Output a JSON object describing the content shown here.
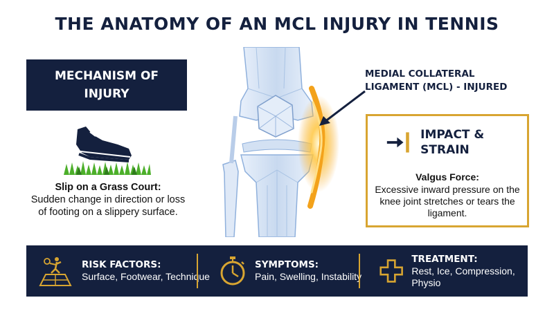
{
  "title": "THE ANATOMY OF AN MCL INJURY IN TENNIS",
  "mechanism": {
    "heading": "MECHANISM OF INJURY"
  },
  "slip": {
    "heading": "Slip on a Grass Court:",
    "text": "Sudden change in direction or loss of footing on a slippery surface."
  },
  "mcl_label": "MEDIAL COLLATERAL LIGAMENT (MCL) - INJURED",
  "impact": {
    "heading": "IMPACT & STRAIN",
    "subheading": "Valgus Force:",
    "text": "Excessive inward pressure on the knee joint stretches or tears the ligament."
  },
  "bottom_bar": [
    {
      "heading": "RISK FACTORS:",
      "text": "Surface, Footwear, Technique",
      "icon": "tennis-player-court-icon"
    },
    {
      "heading": "SYMPTOMS:",
      "text": "Pain, Swelling, Instability",
      "icon": "stopwatch-icon"
    },
    {
      "heading": "TREATMENT:",
      "text": "Rest, Ice, Compression, Physio",
      "icon": "medical-cross-icon"
    }
  ],
  "colors": {
    "navy": "#14203e",
    "gold": "#d8a531",
    "bone_blue": "#a9c3e4",
    "ligament_glow": "#f3a21b",
    "grass_green": "#4caf2a"
  }
}
